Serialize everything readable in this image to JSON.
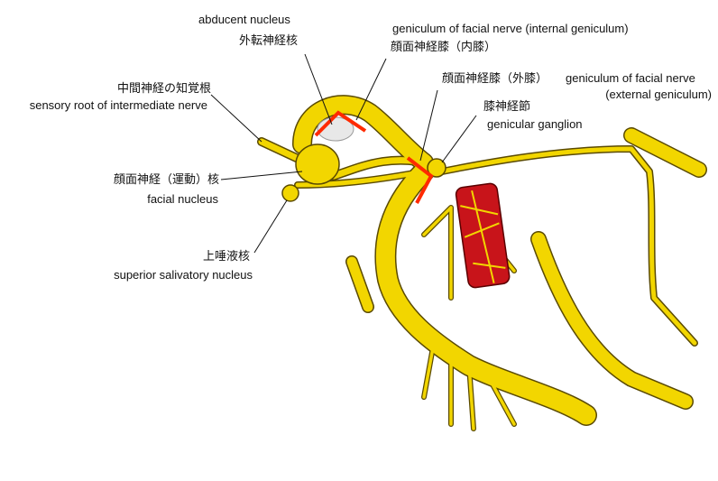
{
  "labels": {
    "abducent_en": "abducent nucleus",
    "abducent_ja": "外転神経核",
    "internal_gen_en": "geniculum of facial nerve (internal geniculum)",
    "internal_gen_ja": "顔面神経膝（内膝）",
    "sensory_root_ja": "中間神経の知覚根",
    "sensory_root_en": "sensory root of intermediate nerve",
    "external_gen_ja": "顔面神経膝（外膝）",
    "external_gen_en_1": "geniculum of facial nerve",
    "external_gen_en_2": "(external geniculum)",
    "ganglion_ja": "膝神経節",
    "ganglion_en": "genicular ganglion",
    "facial_nucleus_ja": "顔面神経（運動）核",
    "facial_nucleus_en": "facial nucleus",
    "salivatory_ja": "上唾液核",
    "salivatory_en": "superior salivatory nucleus"
  },
  "colors": {
    "nerve": "#f2d600",
    "nerve_outline": "#5a4a00",
    "vessel": "#c8141a",
    "highlight": "#ff2a00"
  }
}
